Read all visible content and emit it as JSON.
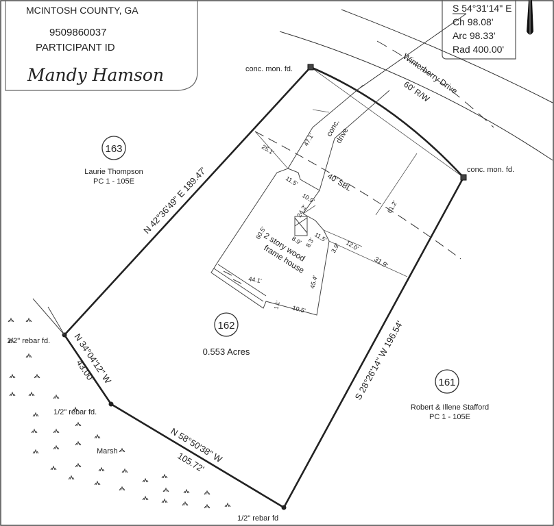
{
  "header": {
    "county": "MCINTOSH COUNTY, GA",
    "participant_number": "9509860037",
    "participant_label": "PARTICIPANT ID",
    "signature": "Mandy Hamson"
  },
  "curve": {
    "bearing": "S 54°31'14\" E",
    "chord": "Ch 98.08'",
    "arc": "Arc 98.33'",
    "radius": "Rad 400.00'"
  },
  "road": {
    "name": "Winterberry Drive",
    "row": "60' R/W"
  },
  "monuments": {
    "top": "conc. mon. fd.",
    "right": "conc. mon. fd.",
    "left": "1/2\" rebar fd.",
    "middle": "1/2\" rebar fd.",
    "bottom": "1/2\" rebar fd"
  },
  "boundaries": {
    "northwest": "N 42°36'49\" E 189.47'",
    "southeast": "S 28°26'14\" W 196.54'",
    "west_bearing": "N 34°04'12\" W",
    "west_distance": "43.00'",
    "south_bearing": "N 58°50'38\" W",
    "south_distance": "105.72'"
  },
  "lots": {
    "163": {
      "number": "163",
      "owner": "Laurie Thompson",
      "ref": "PC 1 - 105E"
    },
    "162": {
      "number": "162",
      "area": "0.553 Acres"
    },
    "161": {
      "number": "161",
      "owner": "Robert & Illene Stafford",
      "ref": "PC 1 - 105E"
    }
  },
  "features": {
    "drive_line1": "conc.",
    "drive_line2": "drive",
    "sbl": "40' SBL",
    "house_line1": "2 story wood",
    "house_line2": "frame house",
    "marsh": "Marsh"
  },
  "dimensions": {
    "d471": "47.1'",
    "d251": "25.1'",
    "d115": "11.5'",
    "d109": "10.9'",
    "d612": "61.2'",
    "d605": "60.5'",
    "d242": "24.2'",
    "d89": "8.9'",
    "d83": "8.3'",
    "d115b": "11.5'",
    "d39": "3.9'",
    "d120": "12.0'",
    "d319": "31.9'",
    "d441": "44.1'",
    "d454": "45.4'",
    "d105": "10.5'",
    "d11": "1.1'"
  },
  "icons": [
    "north-arrow-icon",
    "monument-icon",
    "rebar-icon",
    "marsh-grass-icon"
  ]
}
